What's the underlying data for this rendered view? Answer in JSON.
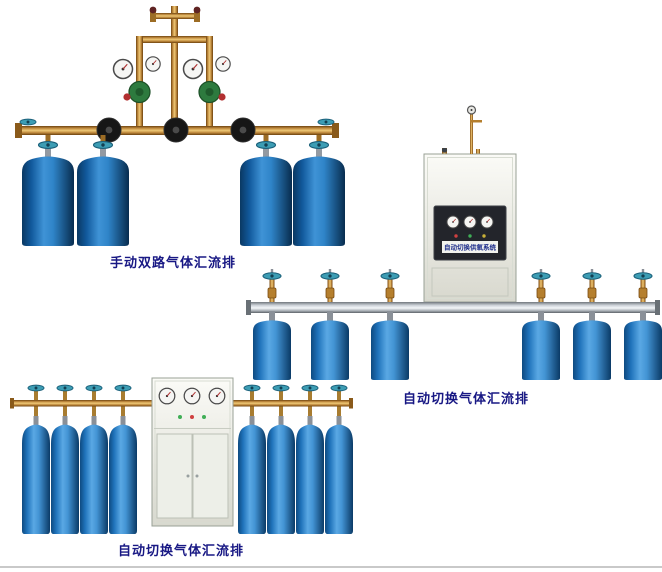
{
  "products": [
    {
      "id": "manual-dual-manifold",
      "caption": "手动双路气体汇流排"
    },
    {
      "id": "auto-switch-manifold-top",
      "caption": "自动切换气体汇流排",
      "panel_label": "自动切换供氧系统"
    },
    {
      "id": "auto-switch-manifold-bottom",
      "caption": "自动切换气体汇流排"
    }
  ],
  "colors": {
    "caption_text": "#181884",
    "cylinder_blue_dark": "#11599c",
    "cylinder_blue_light": "#56a8e4",
    "brass_pipe": "#c08a3e",
    "aluminum_pipe": "#cdd2d8",
    "teal_handwheel": "#3d9db4",
    "cabinet_body": "#e9e9e1",
    "panel_dark": "#23252b"
  }
}
